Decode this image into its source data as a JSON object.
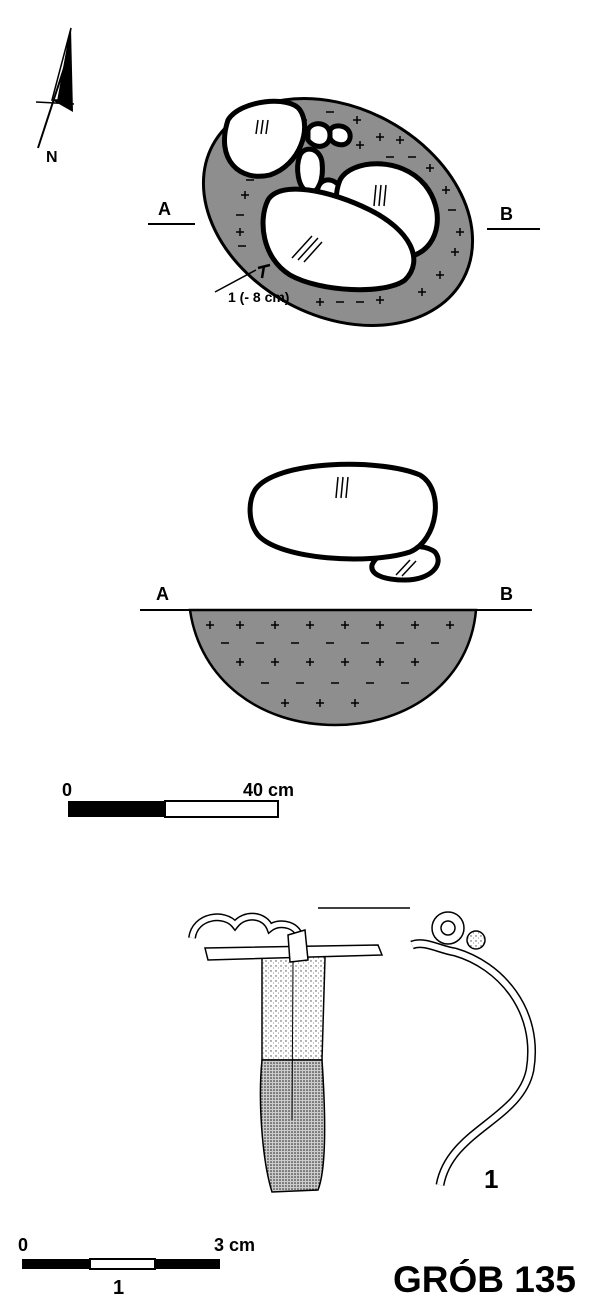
{
  "plan": {
    "north_label": "N",
    "section_left": "A",
    "section_right": "B",
    "find_label": "1 (- 8 cm)"
  },
  "section": {
    "left": "A",
    "right": "B"
  },
  "scale_grave": {
    "start": "0",
    "end": "40 cm"
  },
  "artifact": {
    "number": "1"
  },
  "scale_artifact": {
    "start": "0",
    "end": "3 cm",
    "number": "1"
  },
  "title": "GRÓB 135",
  "colors": {
    "fill": "#8e8e8e",
    "ink": "#000000"
  }
}
